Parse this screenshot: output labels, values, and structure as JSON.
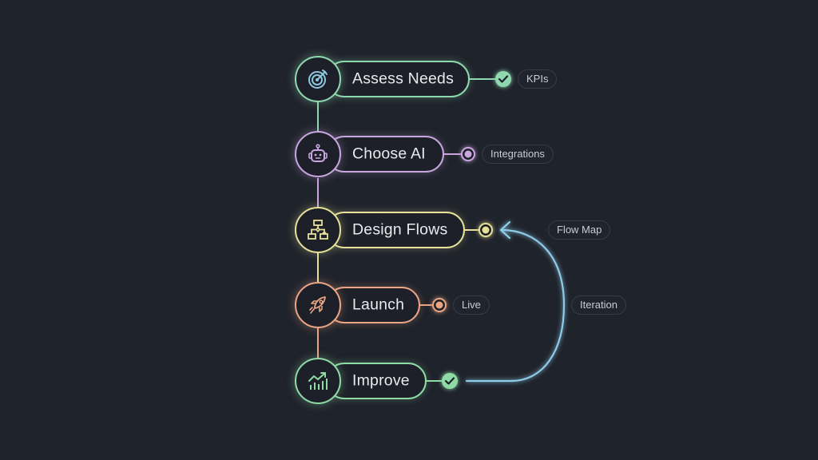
{
  "diagram": {
    "background": "#1f232b",
    "steps": [
      {
        "label": "Assess Needs",
        "icon": "target-icon",
        "color": "#8fd9b0",
        "marker": "check",
        "tag": "KPIs"
      },
      {
        "label": "Choose AI",
        "icon": "robot-icon",
        "color": "#c9a6e0",
        "marker": "dot",
        "tag": "Integrations"
      },
      {
        "label": "Design Flows",
        "icon": "flowchart-icon",
        "color": "#e7e19a",
        "marker": "dot",
        "tag": "Flow Map"
      },
      {
        "label": "Launch",
        "icon": "rocket-icon",
        "color": "#eaa585",
        "marker": "dot",
        "tag": "Live"
      },
      {
        "label": "Improve",
        "icon": "growth-chart-icon",
        "color": "#8edba6",
        "marker": "check",
        "tag": null
      }
    ],
    "loop": {
      "label": "Iteration",
      "color": "#8ecbe8",
      "from": "Improve",
      "to": "Design Flows"
    }
  }
}
